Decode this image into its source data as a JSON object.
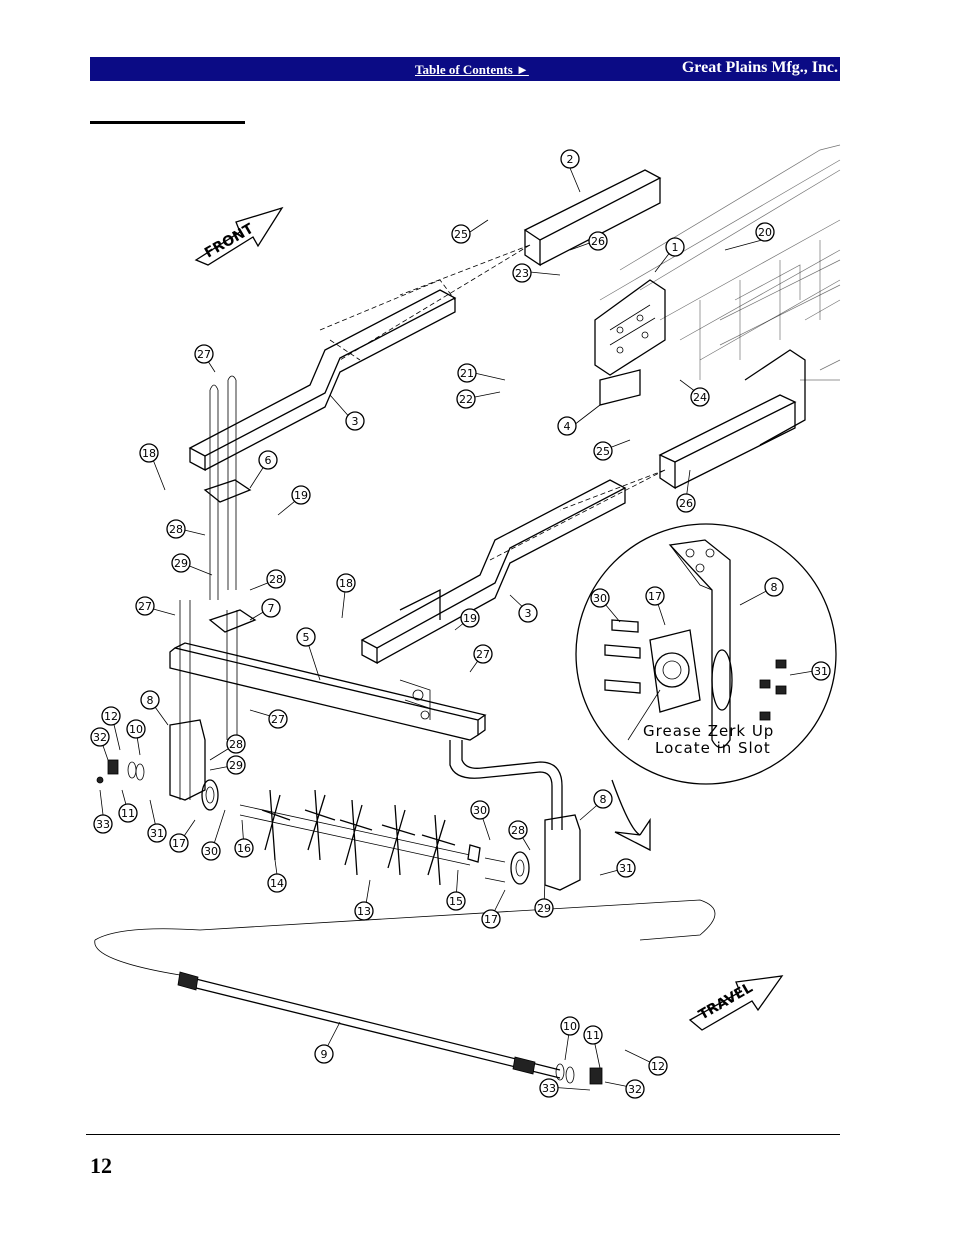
{
  "header": {
    "toc_link": "Table of Contents ►",
    "company": "Great Plains Mfg., Inc."
  },
  "page_number": "12",
  "direction_arrows": {
    "front": "FRONT",
    "travel": "TRAVEL"
  },
  "detail_note": {
    "line1": "Grease Zerk Up",
    "line2": "Locate in Slot"
  },
  "callouts": [
    "2",
    "1",
    "20",
    "25",
    "26",
    "23",
    "21",
    "22",
    "24",
    "4",
    "25",
    "26",
    "27",
    "3",
    "18",
    "6",
    "19",
    "28",
    "29",
    "28",
    "27",
    "7",
    "18",
    "19",
    "3",
    "5",
    "27",
    "8",
    "27",
    "12",
    "10",
    "32",
    "28",
    "29",
    "11",
    "33",
    "31",
    "17",
    "30",
    "16",
    "14",
    "13",
    "15",
    "30",
    "28",
    "8",
    "17",
    "29",
    "31",
    "9",
    "10",
    "11",
    "12",
    "33",
    "32",
    "30",
    "17",
    "8",
    "31"
  ]
}
